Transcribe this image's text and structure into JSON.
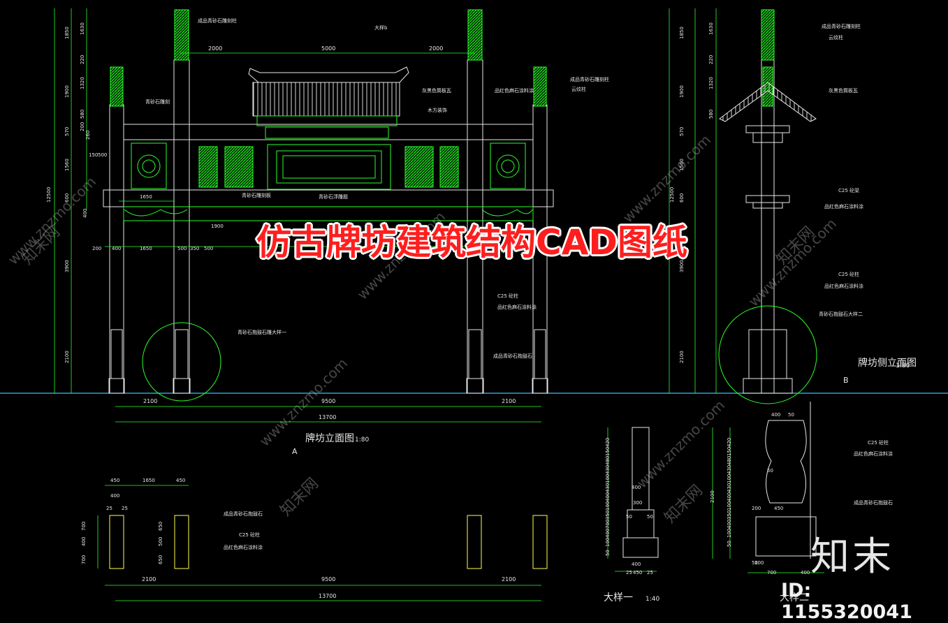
{
  "title": "仿古牌坊建筑结构CAD图纸",
  "watermark": {
    "site": "www.znzmo.com",
    "cn": "知末网",
    "logo": "知末",
    "id": "ID: 1155320041"
  },
  "front_elevation": {
    "label": "牌坊立面图",
    "scale": "1:80",
    "circle": "A",
    "dims_top": [
      "2000",
      "5000",
      "2000"
    ],
    "dims_bottom": [
      "2100",
      "9500",
      "2100"
    ],
    "total": "13700",
    "left_vertical": [
      "1850",
      "1630",
      "220",
      "1320",
      "1900",
      "580",
      "570",
      "200",
      "260",
      "1560",
      "600",
      "400",
      "3900",
      "2100",
      "12500"
    ],
    "row_dims": [
      "1650",
      "200",
      "400",
      "1650",
      "500",
      "350",
      "500",
      "150",
      "500",
      "1900"
    ],
    "annotations": [
      "成品青砂石雕刻柱",
      "大样b",
      "青砂石雕刻",
      "灰黑色筒板瓦",
      "木方装饰",
      "品红色麻石涂料涂",
      "成品青砂石雕刻柱",
      "云纹柱",
      "青砂石雕刻板",
      "青砂石浮雕题",
      "C25 砼柱",
      "品红色麻石涂料涂",
      "青砂石抱鼓石雕大样一",
      "成品青砂石抱鼓石"
    ]
  },
  "side_elevation": {
    "label": "牌坊侧立面图",
    "scale": "1:80",
    "circle": "B",
    "annotations": [
      "成品青砂石雕刻柱",
      "云纹柱",
      "灰黑色筒板瓦",
      "C25 砼梁",
      "品红色麻石涂料涂",
      "C25 砼柱",
      "品红色麻石涂料涂",
      "青砂石抱鼓石大样二"
    ],
    "vertical": [
      "1850",
      "1630",
      "220",
      "1320",
      "1900",
      "580",
      "570",
      "1560",
      "600",
      "12500",
      "3900",
      "2100"
    ]
  },
  "plan": {
    "dims_top": [
      "450",
      "1650",
      "450",
      "400",
      "25",
      "25"
    ],
    "dims_bottom": [
      "2100",
      "9500",
      "2100"
    ],
    "total": "13700",
    "left_vertical": [
      "700",
      "400",
      "700",
      "650",
      "500",
      "650"
    ],
    "annotations": [
      "成品青砂石抱鼓石",
      "C25 砼柱",
      "品红色麻石涂料涂"
    ]
  },
  "detail_1": {
    "label": "大样一",
    "scale": "1:40",
    "dims_v": [
      "420",
      "150",
      "480",
      "430",
      "100",
      "430",
      "400",
      "100",
      "350",
      "700",
      "400",
      "100",
      "50"
    ],
    "dims_h": [
      "400",
      "300",
      "50",
      "50",
      "400",
      "450",
      "25",
      "25"
    ]
  },
  "detail_2": {
    "label": "大样二",
    "dims_v": [
      "420",
      "150",
      "480",
      "430",
      "100",
      "430",
      "400",
      "100",
      "350",
      "400",
      "100",
      "50"
    ],
    "dims_h": [
      "400",
      "50",
      "200",
      "450",
      "50",
      "100",
      "700",
      "400",
      "50"
    ],
    "side_v": [
      "2100"
    ],
    "annotations": [
      "C25 砼柱",
      "品红色麻石涂料涂",
      "成品青砂石抱鼓石"
    ]
  },
  "colors": {
    "background": "#000000",
    "line_white": "#e8e8e8",
    "line_green": "#2aff2a",
    "line_yellow": "#ffff4a",
    "line_cyan": "#4affff",
    "banner": "#ff1e1e"
  }
}
